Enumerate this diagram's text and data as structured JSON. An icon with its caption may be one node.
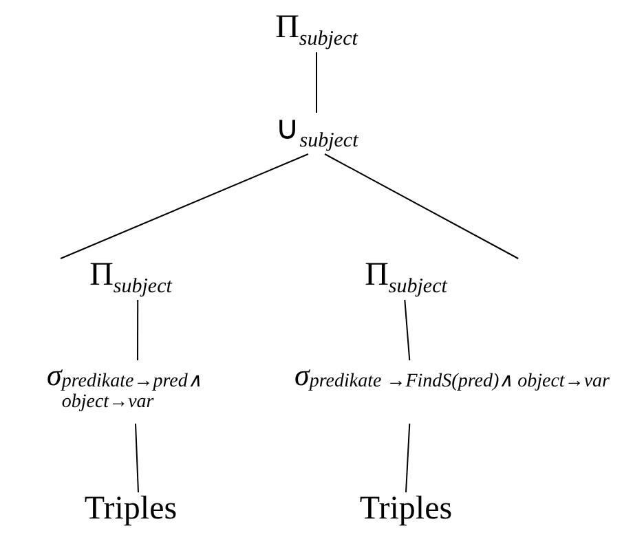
{
  "diagram": {
    "nodes": [
      {
        "text": [
          "Π$_{subject}$"
        ]
      },
      {
        "text": [
          "∪$_{subject}$"
        ]
      },
      {
        "text": [
          "Π$_{subject}$"
        ]
      },
      {
        "text": [
          "Π$_{subject}$"
        ]
      },
      {
        "text": [
          "σ$_{predikate→pred∧ object→var}$"
        ]
      },
      {
        "text": [
          "σ$_{predikate →FindS(pred)∧ object→var}$"
        ]
      },
      {
        "text": [
          "Triples"
        ]
      },
      {
        "text": [
          "Triples"
        ]
      }
    ],
    "edges": [
      {
        "from": 0,
        "to": 1,
        "arrow": "none"
      },
      {
        "from": 1,
        "to": 2,
        "arrow": "none"
      },
      {
        "from": 1,
        "to": 3,
        "arrow": "none"
      },
      {
        "from": 2,
        "to": 4,
        "arrow": "none"
      },
      {
        "from": 3,
        "to": 5,
        "arrow": "none"
      },
      {
        "from": 4,
        "to": 6,
        "arrow": "none"
      },
      {
        "from": 5,
        "to": 7,
        "arrow": "none"
      }
    ]
  }
}
